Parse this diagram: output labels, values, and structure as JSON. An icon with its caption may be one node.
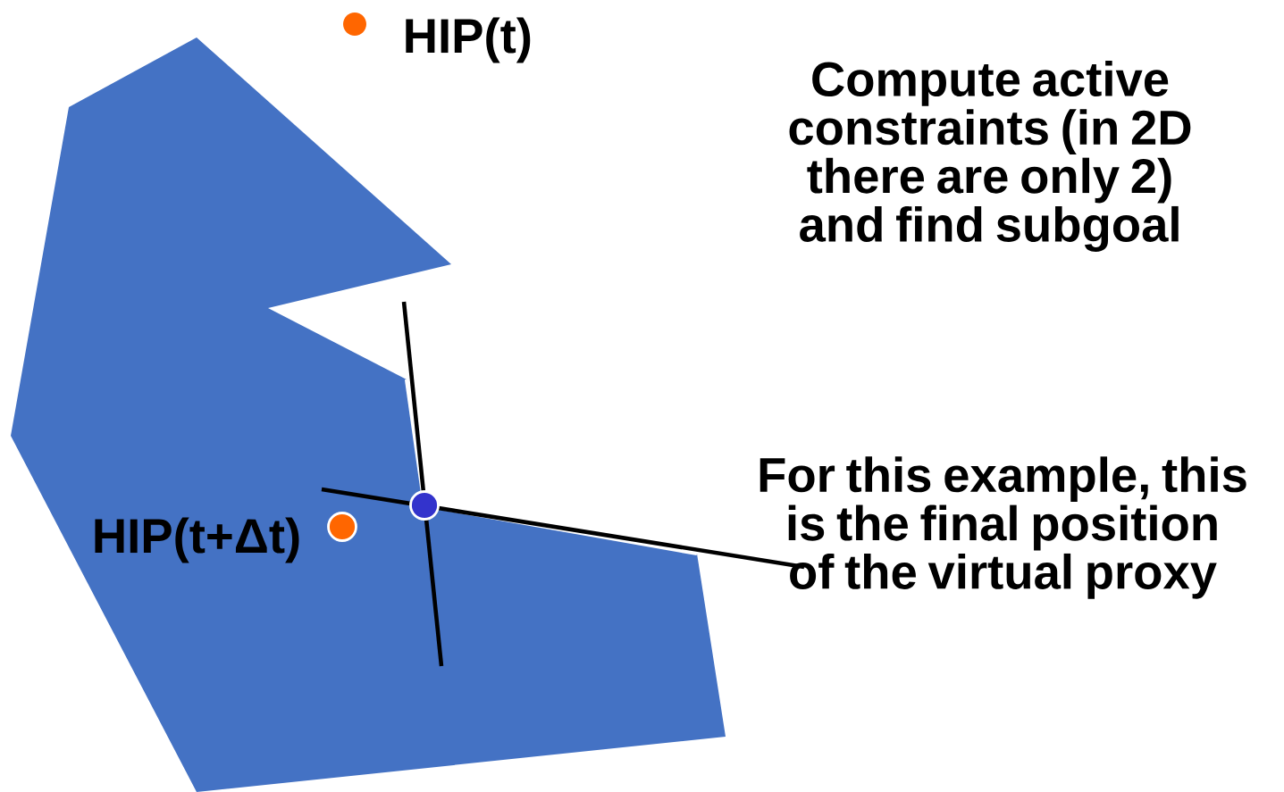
{
  "diagram": {
    "labels": [
      "HIP(t)",
      "Compute active constraints (in 2D there are only 2) and find subgoal",
      "For this example, this is the final position of the virtual proxy",
      "HIP(t+Δt)"
    ]
  }
}
